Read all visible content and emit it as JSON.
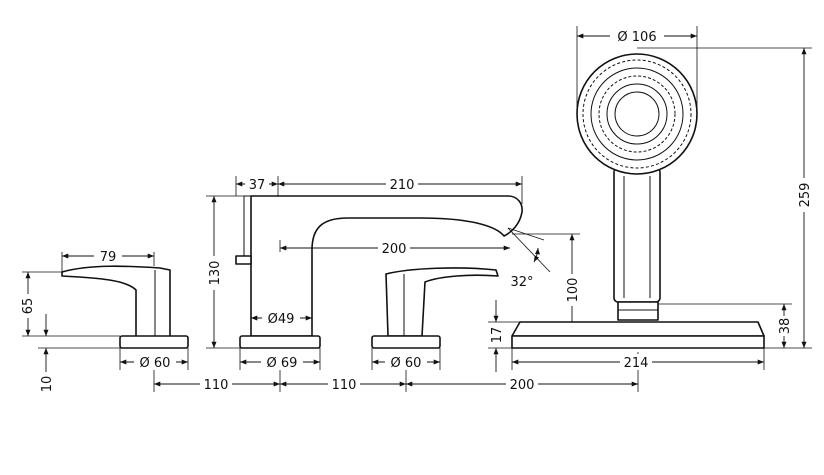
{
  "labels": {
    "handle_width": "79",
    "handle_height": "65",
    "deck_10": "10",
    "base_left": "Ø 60",
    "spout_37": "37",
    "spout_reach": "210",
    "spout_130": "130",
    "spout_inner": "200",
    "spout_pipe": "Ø49",
    "spout_base": "Ø 69",
    "angle": "32°",
    "base_right": "Ø 60",
    "spout_100": "100",
    "spacing_1": "110",
    "spacing_2": "110",
    "spacing_3": "200",
    "shower_head": "Ø 106",
    "shower_height": "259",
    "holder_17": "17",
    "holder_214": "214",
    "holder_38": "38"
  }
}
